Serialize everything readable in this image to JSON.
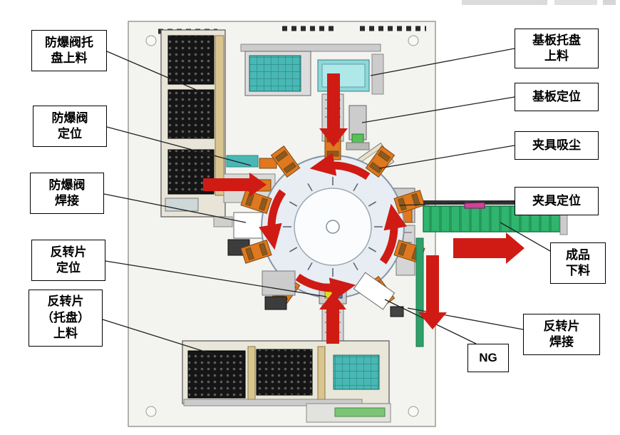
{
  "diagram_type": "rotary-table-assembly-machine-layout",
  "labels": [
    {
      "id": "valve-tray-loading",
      "text": "防爆阀托\n盘上料"
    },
    {
      "id": "valve-positioning",
      "text": "防爆阀\n定位"
    },
    {
      "id": "valve-welding",
      "text": "防爆阀\n焊接"
    },
    {
      "id": "reverse-plate-positioning",
      "text": "反转片\n定位"
    },
    {
      "id": "reverse-plate-tray-loading",
      "text": "反转片\n（托盘）\n上料"
    },
    {
      "id": "substrate-tray-loading",
      "text": "基板托盘\n上料"
    },
    {
      "id": "substrate-positioning",
      "text": "基板定位"
    },
    {
      "id": "fixture-vacuum",
      "text": "夹具吸尘"
    },
    {
      "id": "fixture-positioning",
      "text": "夹具定位"
    },
    {
      "id": "finished-product-unloading",
      "text": "成品\n下料"
    },
    {
      "id": "reverse-plate-welding",
      "text": "反转片\n焊接"
    },
    {
      "id": "ng",
      "text": "NG"
    }
  ],
  "colors": {
    "flow_arrow_red": "#cf1b14",
    "dial_fixture_orange": "#e07820",
    "conveyor_green": "#2fb56e",
    "module_teal": "#49b8b4",
    "tray_tan": "#d9c58f",
    "dark_tray_block": "#151515",
    "base_plate_gray": "#f3f3f0"
  }
}
